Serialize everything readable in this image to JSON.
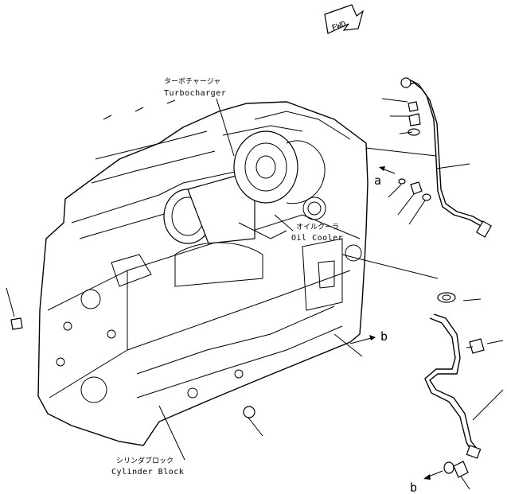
{
  "direction_marker": "FWD",
  "callouts": {
    "turbocharger_jp": "ターボチャージャ",
    "turbocharger_en": "Turbocharger",
    "oil_cooler_jp": "オイルクーラ",
    "oil_cooler_en": "Oil Cooler",
    "cylinder_block_jp": "シリンダブロック",
    "cylinder_block_en": "Cylinder Block"
  },
  "reference_marks": {
    "a": "a",
    "b_upper": "b",
    "b_lower": "b"
  }
}
